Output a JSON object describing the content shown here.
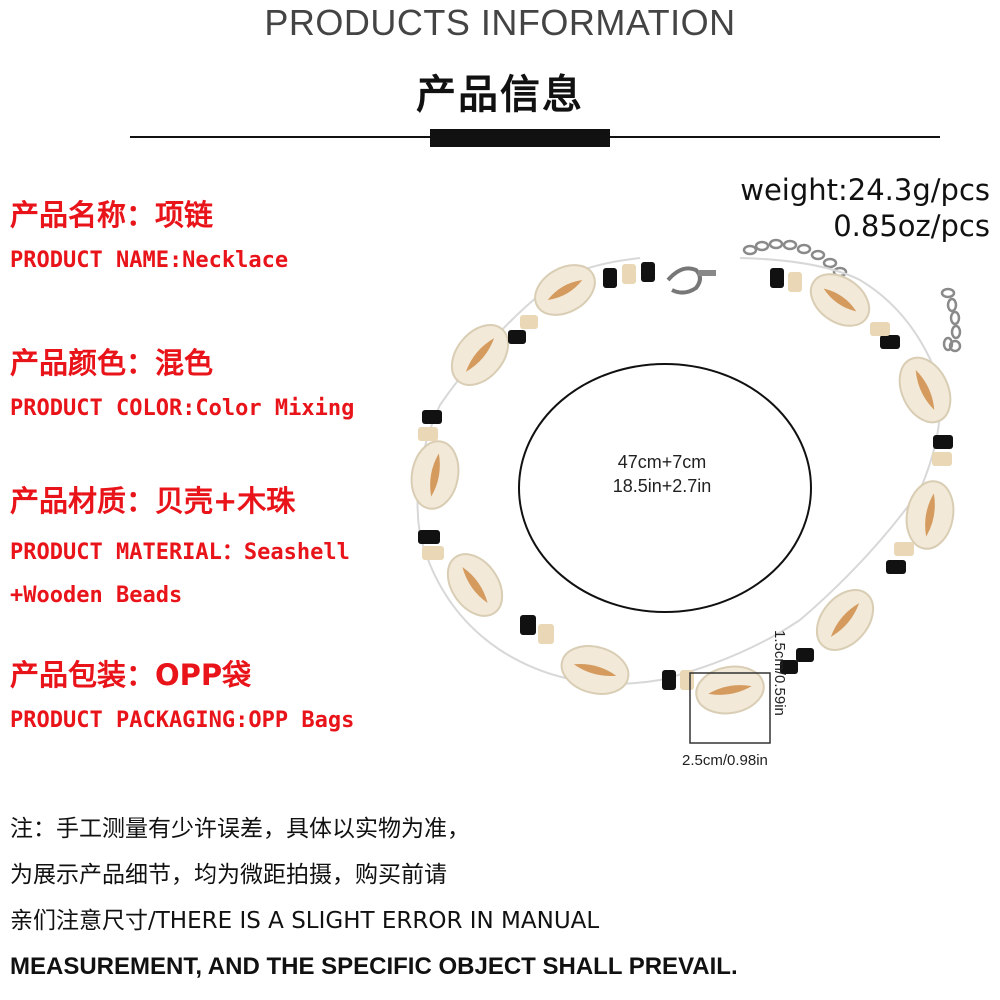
{
  "header": {
    "title_en": "PRODUCTS INFORMATION",
    "title_cn": "产品信息"
  },
  "product": {
    "name_cn": "产品名称：项链",
    "name_en": "PRODUCT NAME:Necklace",
    "color_cn": "产品颜色：混色",
    "color_en": "PRODUCT COLOR:Color Mixing",
    "material_cn": "产品材质：贝壳+木珠",
    "material_en_1": "PRODUCT MATERIAL：Seashell",
    "material_en_2": "+Wooden Beads",
    "packaging_cn": "产品包装：OPP袋",
    "packaging_en": "PRODUCT PACKAGING:OPP Bags"
  },
  "weight": {
    "grams": "weight:24.3g/pcs",
    "ounces": "0.85oz/pcs"
  },
  "dimensions": {
    "length_cm": "47cm+7cm",
    "length_in": "18.5in+2.7in",
    "shell_height": "1.5cm/0.59in",
    "shell_width": "2.5cm/0.98in"
  },
  "note": {
    "line1": "注：手工测量有少许误差，具体以实物为准，",
    "line2": "为展示产品细节，均为微距拍摄，购买前请",
    "line3": "亲们注意尺寸/THERE IS A SLIGHT ERROR IN MANUAL",
    "line4": "MEASUREMENT, AND THE SPECIFIC OBJECT SHALL PREVAIL."
  },
  "colors": {
    "accent_red": "#e8141a",
    "text_dark": "#111111",
    "shell": "#f2e9d8",
    "bead_dark": "#111111",
    "bead_light": "#ead7b5"
  }
}
